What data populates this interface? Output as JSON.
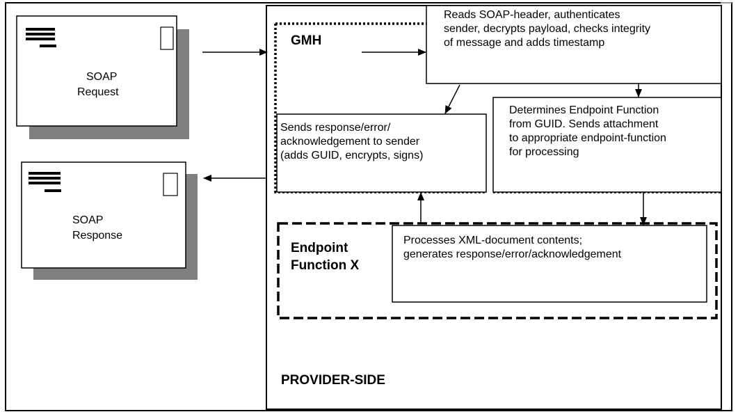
{
  "envelopes": {
    "request": {
      "line1": "SOAP",
      "line2": "Request"
    },
    "response": {
      "line1": "SOAP",
      "line2": "Response"
    }
  },
  "gmh": {
    "label": "GMH"
  },
  "boxes": {
    "reads": "Reads SOAP-header, authenticates\nsender, decrypts payload, checks integrity\nof message and adds timestamp",
    "sends": "Sends response/error/\nacknowledgement to sender\n(adds GUID, encrypts, signs)",
    "determines": "Determines Endpoint Function\nfrom GUID. Sends attachment\nto appropriate endpoint-function\nfor processing",
    "processes": "Processes XML-document contents;\ngenerates response/error/acknowledgement"
  },
  "endpoint": {
    "label": "Endpoint\nFunction X"
  },
  "provider": {
    "label": "PROVIDER-SIDE"
  }
}
